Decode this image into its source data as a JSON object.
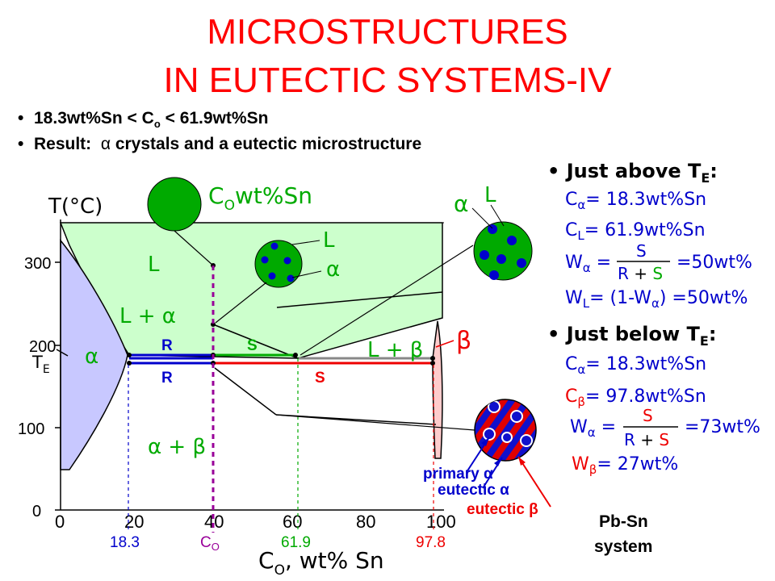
{
  "title": {
    "line1": "MICROSTRUCTURES",
    "line2": "IN EUTECTIC SYSTEMS-IV"
  },
  "bullets": [
    {
      "prefix": "18.3wt%Sn < C",
      "sub": "o",
      "suffix": " < 61.9wt%Sn"
    },
    {
      "prefix": "Result:  ",
      "symbol": "α",
      "suffix": " crystals and a eutectic microstructure"
    }
  ],
  "axes": {
    "y_label": "T(°C)",
    "x_label_prefix": "C",
    "x_label_sub": "O",
    "x_label_suffix": ", wt% Sn",
    "y_ticks": [
      "0",
      "100",
      "200",
      "300"
    ],
    "x_ticks": [
      "0",
      "20",
      "40",
      "60",
      "80",
      "100"
    ],
    "te_label": "T",
    "te_sub": "E"
  },
  "markers": {
    "m1": "18.3",
    "m2_main": "C",
    "m2_sub": "O",
    "m3": "61.9",
    "m4": "97.8"
  },
  "regions": {
    "L": "L",
    "L_alpha": "L + α",
    "alpha": "α",
    "L_beta": "L + β",
    "beta": "β",
    "alpha_beta": "α + β"
  },
  "lever": {
    "R": "R",
    "S": "S"
  },
  "composition_label": {
    "main": "C",
    "sub": "O",
    "rest": "wt%Sn"
  },
  "callouts": {
    "circle_L": "L",
    "circle_alpha": "α",
    "top_alpha": "α",
    "top_L": "L",
    "primary_alpha": "primary α",
    "eutectic_alpha": "eutectic α",
    "eutectic_beta": "eutectic β"
  },
  "above": {
    "heading": "• Just above T",
    "heading_sub": "E",
    "heading_end": ":",
    "c_alpha": "= 18.3wt%Sn",
    "c_L": "= 61.9wt%Sn",
    "w_alpha_num": "S",
    "w_alpha_den_R": "R",
    "w_alpha_den_plus": " + ",
    "w_alpha_den_S": "S",
    "w_alpha_result": "=50wt%",
    "w_L": "= (1-W",
    "w_L_end": ") =50wt%"
  },
  "below": {
    "heading": "• Just below T",
    "heading_sub": "E",
    "heading_end": ":",
    "c_alpha": "= 18.3wt%Sn",
    "c_beta": "= 97.8wt%Sn",
    "w_alpha_num": "S",
    "w_alpha_den_R": "R",
    "w_alpha_den_plus": " + ",
    "w_alpha_den_S": "S",
    "w_alpha_result": "=73wt%",
    "w_beta": "= 27wt%"
  },
  "system_label": {
    "line1": "Pb-Sn",
    "line2": "system"
  },
  "colors": {
    "title": "#ff0000",
    "liquid": "#ccffcc",
    "alpha_region": "#c8c8ff",
    "beta_region": "#ffcccc",
    "green": "#00aa00",
    "blue": "#0000cc",
    "red": "#ee0000",
    "purple": "#990099"
  }
}
